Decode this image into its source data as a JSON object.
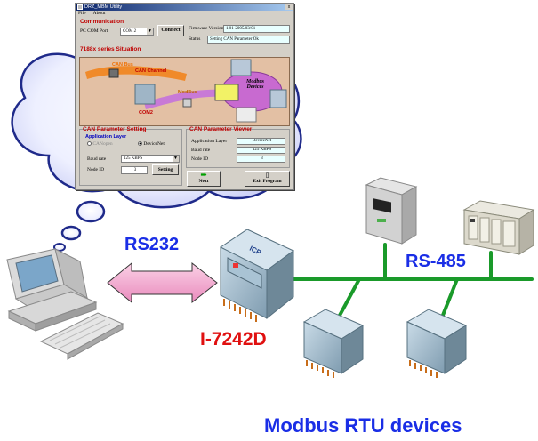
{
  "window": {
    "title": "DRZ_MBM Utility",
    "menu": [
      "File",
      "About"
    ],
    "close_glyph": "x",
    "communication": {
      "title": "Communication",
      "port_label": "PC COM Port",
      "port_value": "COM 2",
      "connect_button": "Connect",
      "firmware_label": "Firmware Version",
      "firmware_value": "1.01-2005/03/01",
      "status_label": "Status",
      "status_value": "Setting CAN Parameter Ok"
    },
    "situation": {
      "title": "7188x series Situation",
      "can_bus": "CAN Bus",
      "can_channel": "CAN Channel",
      "com2": "COM2",
      "modbus": "ModBus",
      "modbus_devices": "Modbus Devices"
    },
    "can_setting": {
      "title": "CAN Parameter Setting",
      "app_layer_label": "Application Layer",
      "option_canopen": "CANopen",
      "option_devicenet": "DeviceNet",
      "baud_label": "Baud rate",
      "baud_value": "125    KBPS",
      "node_label": "Node ID",
      "node_value": "3",
      "setting_button": "Setting"
    },
    "can_viewer": {
      "title": "CAN Parameter Viewer",
      "app_label": "Application Layer",
      "app_value": "DeviceNet",
      "baud_label": "Baud rate",
      "baud_value": "125    KBPS",
      "node_label": "Node ID",
      "node_value": "3"
    },
    "next_button": "Next",
    "exit_button": "Exit Program"
  },
  "labels": {
    "rs232": "RS232",
    "rs485": "RS-485",
    "converter": "I-7242D",
    "devices": "Modbus RTU devices",
    "module_brand": "ICP"
  },
  "colors": {
    "title_blue": "#0a246a",
    "label_blue": "#1a2ee6",
    "label_red": "#e01010",
    "bus_green": "#1a9a2a",
    "arrow_pink": "#f4a0c8",
    "section_red": "#c00000"
  }
}
